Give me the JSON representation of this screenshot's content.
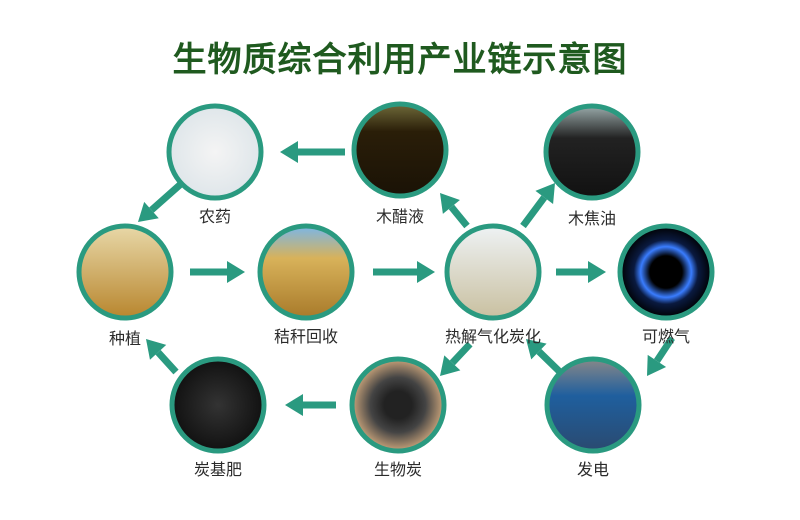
{
  "title": "生物质综合利用产业链示意图",
  "nodes": {
    "pesticide": "农药",
    "wood_vinegar": "木醋液",
    "wood_tar": "木焦油",
    "planting": "种植",
    "straw": "秸秆回收",
    "pyrolysis": "热解气化炭化",
    "gas": "可燃气",
    "fertilizer": "炭基肥",
    "biochar": "生物炭",
    "power": "发电"
  },
  "colors": {
    "ring": "#2a9a80",
    "arrow": "#2a9a80",
    "title": "#1f5a1f"
  }
}
